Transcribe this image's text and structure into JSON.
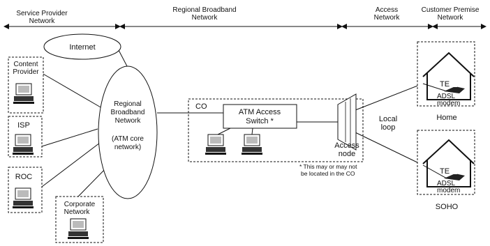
{
  "segments": {
    "service_provider": [
      "Service Provider",
      "Network"
    ],
    "regional_broadband": [
      "Regional Broadband",
      "Network"
    ],
    "access": [
      "Access",
      "Network"
    ],
    "customer_premise": [
      "Customer Premise",
      "Network"
    ]
  },
  "nodes": {
    "internet": "Internet",
    "content_provider": [
      "Content",
      "Provider"
    ],
    "isp": "ISP",
    "roc": "ROC",
    "corporate": [
      "Corporate",
      "Network"
    ],
    "regional": [
      "Regional",
      "Broadband",
      "Network",
      "(ATM core",
      "network)"
    ],
    "co": "CO",
    "atm_switch": [
      "ATM Access",
      "Switch *"
    ],
    "access_node": [
      "Access",
      "node"
    ],
    "footnote": [
      "* This may or may not",
      "be located in the CO"
    ],
    "local_loop": [
      "Local",
      "loop"
    ],
    "te_home": "TE",
    "adsl_home": [
      "ADSL",
      "modem"
    ],
    "home": "Home",
    "te_soho": "TE",
    "adsl_soho": [
      "ADSL",
      "modem"
    ],
    "soho": "SOHO"
  }
}
